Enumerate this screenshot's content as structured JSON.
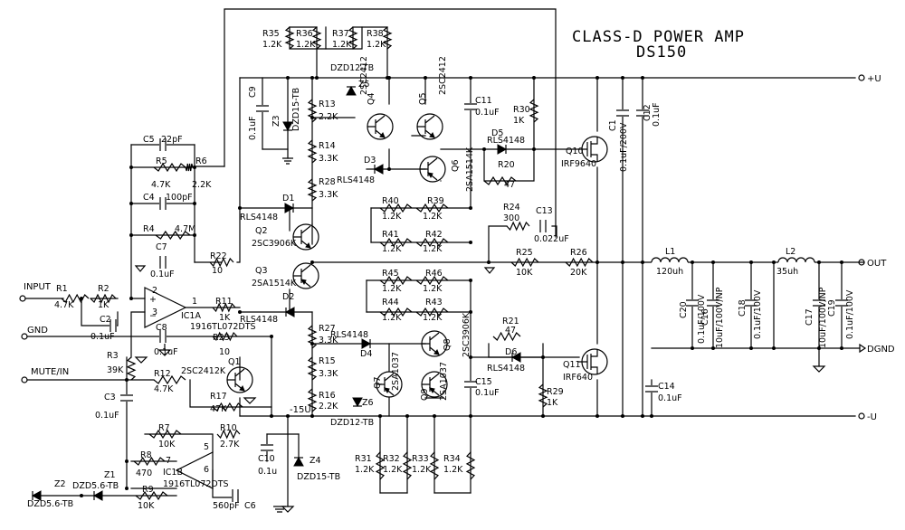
{
  "title": {
    "line1": "CLASS-D POWER AMP",
    "line2": "DS150"
  },
  "terminals": {
    "vplus": "+U",
    "vminus": "-U",
    "out": "OUT",
    "dgnd": "DGND",
    "input": "INPUT",
    "gnd": "GND",
    "mute": "MUTE/IN",
    "minus15": "-15U"
  },
  "resistors": [
    {
      "id": "R1",
      "value": "4.7K"
    },
    {
      "id": "R2",
      "value": "1K"
    },
    {
      "id": "R3",
      "value": "39K"
    },
    {
      "id": "R4",
      "value": "4.7M"
    },
    {
      "id": "R5",
      "value": "4.7K"
    },
    {
      "id": "R6",
      "value": "2.2K"
    },
    {
      "id": "R7",
      "value": "10K"
    },
    {
      "id": "R8",
      "value": "470"
    },
    {
      "id": "R9",
      "value": "10K"
    },
    {
      "id": "R10",
      "value": "2.7K"
    },
    {
      "id": "R11",
      "value": "1K"
    },
    {
      "id": "R12",
      "value": "4.7K"
    },
    {
      "id": "R13",
      "value": "2.2K"
    },
    {
      "id": "R14",
      "value": "3.3K"
    },
    {
      "id": "R15",
      "value": "3.3K"
    },
    {
      "id": "R16",
      "value": "2.2K"
    },
    {
      "id": "R17",
      "value": "47K"
    },
    {
      "id": "R20",
      "value": "47"
    },
    {
      "id": "R21",
      "value": "47"
    },
    {
      "id": "R22",
      "value": "10"
    },
    {
      "id": "R23",
      "value": "10"
    },
    {
      "id": "R24",
      "value": "300"
    },
    {
      "id": "R25",
      "value": "10K"
    },
    {
      "id": "R26",
      "value": "20K"
    },
    {
      "id": "R27",
      "value": "3.3K"
    },
    {
      "id": "R28",
      "value": "3.3K"
    },
    {
      "id": "R29",
      "value": "1K"
    },
    {
      "id": "R30",
      "value": "1K"
    },
    {
      "id": "R31",
      "value": "1.2K"
    },
    {
      "id": "R32",
      "value": "1.2K"
    },
    {
      "id": "R33",
      "value": "1.2K"
    },
    {
      "id": "R34",
      "value": "1.2K"
    },
    {
      "id": "R35",
      "value": "1.2K"
    },
    {
      "id": "R36",
      "value": "1.2K"
    },
    {
      "id": "R37",
      "value": "1.2K"
    },
    {
      "id": "R38",
      "value": "1.2K"
    },
    {
      "id": "R39",
      "value": "1.2K"
    },
    {
      "id": "R40",
      "value": "1.2K"
    },
    {
      "id": "R41",
      "value": "1.2K"
    },
    {
      "id": "R42",
      "value": "1.2K"
    },
    {
      "id": "R43",
      "value": "1.2K"
    },
    {
      "id": "R44",
      "value": "1.2K"
    },
    {
      "id": "R45",
      "value": "1.2K"
    },
    {
      "id": "R46",
      "value": "1.2K"
    }
  ],
  "capacitors": [
    {
      "id": "C1",
      "value": "0.1uF/200V"
    },
    {
      "id": "C2",
      "value": "0.1uF"
    },
    {
      "id": "C3",
      "value": "0.1uF"
    },
    {
      "id": "C4",
      "value": "100pF"
    },
    {
      "id": "C5",
      "value": "22pF"
    },
    {
      "id": "C6",
      "value": "560pF"
    },
    {
      "id": "C7",
      "value": "0.1uF"
    },
    {
      "id": "C8",
      "value": "0.1uF"
    },
    {
      "id": "C9",
      "value": "0.1uF"
    },
    {
      "id": "C10",
      "value": "0.1u"
    },
    {
      "id": "C11",
      "value": "0.1uF"
    },
    {
      "id": "C12",
      "value": "0.1uF"
    },
    {
      "id": "C13",
      "value": "0.022uF"
    },
    {
      "id": "C14",
      "value": "0.1uF"
    },
    {
      "id": "C15",
      "value": "0.1uF"
    },
    {
      "id": "C16",
      "value": "10uF/100V/NP"
    },
    {
      "id": "C17",
      "value": "10uF/100V/NP"
    },
    {
      "id": "C18",
      "value": "0.1uF/100V"
    },
    {
      "id": "C19",
      "value": "0.1uF/100V"
    },
    {
      "id": "C20",
      "value": "0.1uF/100V"
    }
  ],
  "transistors": [
    {
      "id": "Q1",
      "value": "2SC2412K"
    },
    {
      "id": "Q2",
      "value": "2SC3906K"
    },
    {
      "id": "Q3",
      "value": "2SA1514K"
    },
    {
      "id": "Q4",
      "value": "2SC2412"
    },
    {
      "id": "Q5",
      "value": "2SC2412"
    },
    {
      "id": "Q6",
      "value": "2SA1514K"
    },
    {
      "id": "Q7",
      "value": "2SA1037"
    },
    {
      "id": "Q8",
      "value": "2SC3906K"
    },
    {
      "id": "Q9",
      "value": "2SA1037"
    },
    {
      "id": "Q10",
      "value": "IRF9640"
    },
    {
      "id": "Q11",
      "value": "IRF640"
    }
  ],
  "diodes": [
    {
      "id": "D1",
      "value": "RLS4148"
    },
    {
      "id": "D2",
      "value": "RLS4148"
    },
    {
      "id": "D3",
      "value": "RLS4148"
    },
    {
      "id": "D4",
      "value": "RLS4148"
    },
    {
      "id": "D5",
      "value": "RLS4148"
    },
    {
      "id": "D6",
      "value": "RLS4148"
    },
    {
      "id": "Z1",
      "value": "DZD5.6-TB"
    },
    {
      "id": "Z2",
      "value": "DZD5.6-TB"
    },
    {
      "id": "Z3",
      "value": "DZD15-TB"
    },
    {
      "id": "Z4",
      "value": "DZD15-TB"
    },
    {
      "id": "Z5",
      "value": "DZD12-TB"
    },
    {
      "id": "Z6",
      "value": "DZD12-TB"
    }
  ],
  "ics": [
    {
      "id": "IC1A",
      "value": "1916TL072DTS"
    },
    {
      "id": "IC1B",
      "value": "1916TL072DTS"
    }
  ],
  "inductors": [
    {
      "id": "L1",
      "value": "120uh"
    },
    {
      "id": "L2",
      "value": "35uh"
    }
  ],
  "pins": {
    "p1": "1",
    "p2": "2",
    "p3": "3",
    "p5": "5",
    "p6": "6",
    "p7": "7"
  }
}
